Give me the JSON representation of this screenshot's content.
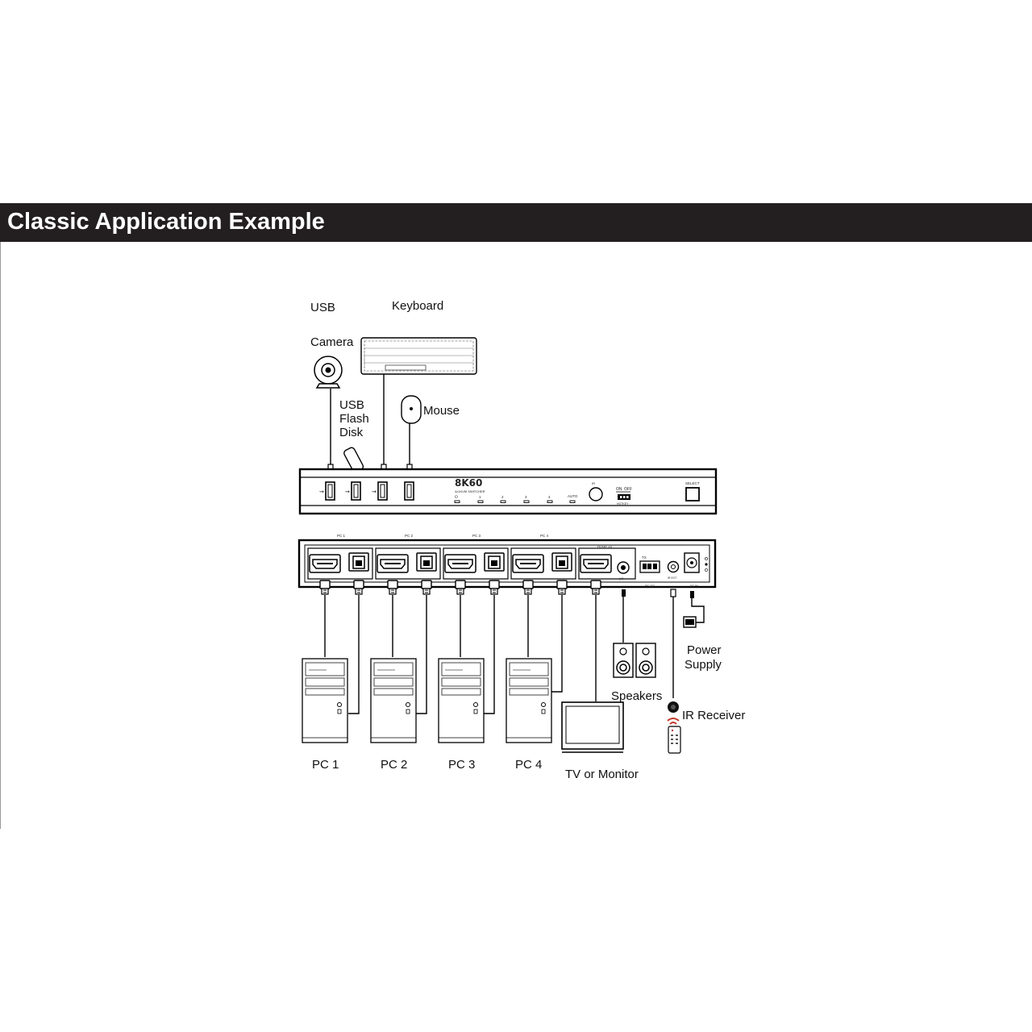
{
  "header": {
    "title": "Classic Application Example"
  },
  "labels": {
    "usb": "USB",
    "camera": "Camera",
    "keyboard": "Keyboard",
    "usb_flash": "USB",
    "flash": "Flash",
    "disk": "Disk",
    "mouse": "Mouse",
    "power": "Power",
    "supply": "Supply",
    "speakers": "Speakers",
    "ir_receiver": "IR Receiver",
    "tv": "TV or Monitor",
    "pcs": [
      "PC 1",
      "PC 2",
      "PC 3",
      "PC 4"
    ]
  },
  "front_panel": {
    "model": "8K60",
    "subtitle": "4x1KVM SWITCHER",
    "leds": [
      "⏻",
      "1",
      "2",
      "3",
      "4",
      "AUTO"
    ],
    "ir_mark": "IR",
    "on": "ON",
    "off": "OFF",
    "hotkey": "HOTKEY",
    "select": "SELECT"
  },
  "rear_panel": {
    "ports": [
      "PC 1",
      "PC 2",
      "PC 3",
      "PC 4"
    ],
    "display": "DISPLAY",
    "tx": "TX",
    "rs232": "RS-232",
    "ir_ext": "IR EXT",
    "dc": "DC 5V",
    "audio": "L/R"
  }
}
